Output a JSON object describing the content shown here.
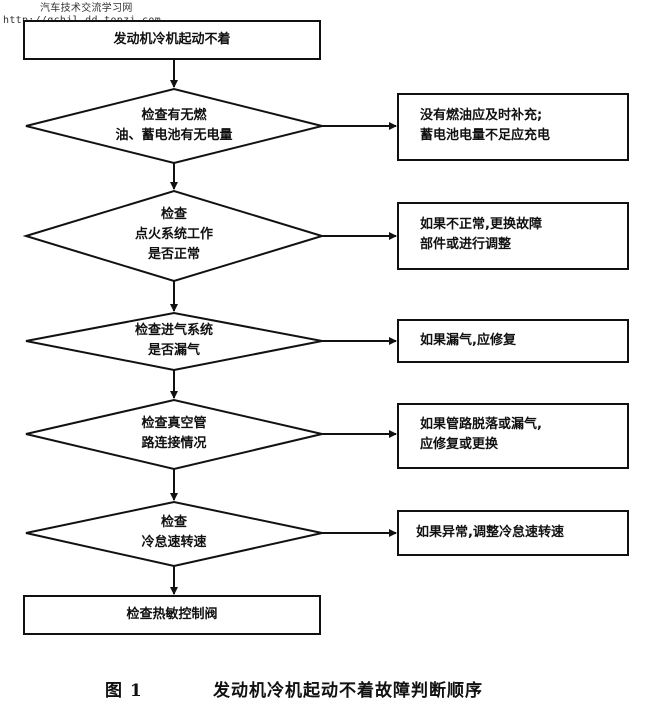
{
  "watermark": {
    "line1": "汽车技术交流学习网",
    "line2": "http://qchjl.dd.topzj.com"
  },
  "flowchart": {
    "start": "发动机冷机起动不着",
    "decisions": [
      {
        "text": "检查有无燃\n油、蓄电池有无电量",
        "action": "没有燃油应及时补充;\n蓄电池电量不足应充电"
      },
      {
        "text": "检查\n点火系统工作\n是否正常",
        "action": "如果不正常,更换故障\n部件或进行调整"
      },
      {
        "text": "检查进气系统\n是否漏气",
        "action": "如果漏气,应修复"
      },
      {
        "text": "检查真空管\n路连接情况",
        "action": "如果管路脱落或漏气,\n应修复或更换"
      },
      {
        "text": "检查\n冷怠速转速",
        "action": "如果异常,调整冷怠速转速"
      }
    ],
    "end": "检查热敏控制阀"
  },
  "caption": {
    "number": "图   1",
    "title": "发动机冷机起动不着故障判断顺序"
  }
}
